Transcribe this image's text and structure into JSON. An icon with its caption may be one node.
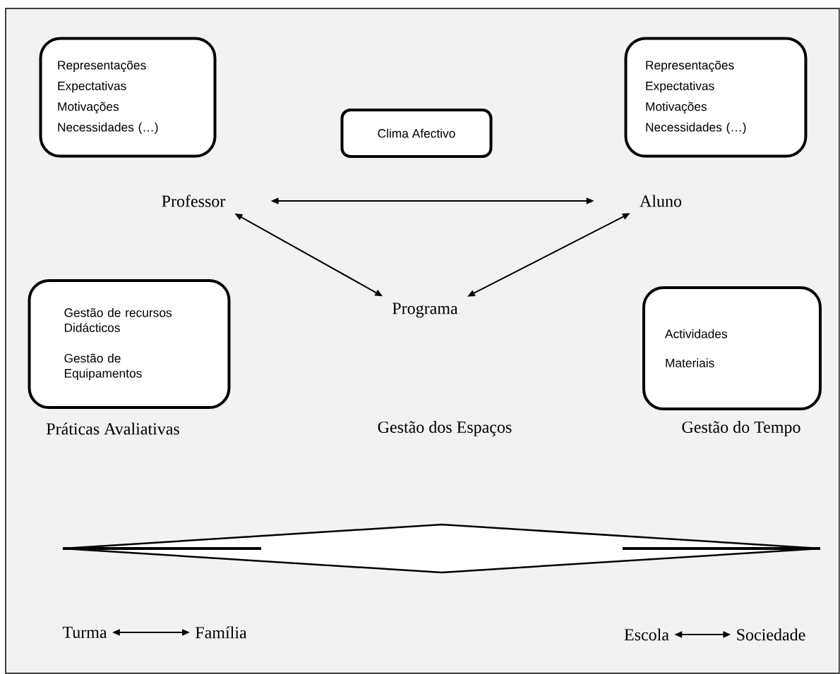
{
  "diagram": {
    "nodes": [
      {
        "text": [
          "Representações",
          "Expectativas",
          "Motivações",
          "Necessidades (…)"
        ]
      },
      {
        "text": [
          "Clima Afectivo"
        ]
      },
      {
        "text": [
          "Representações",
          "Expectativas",
          "Motivações",
          "Necessidades (…)"
        ]
      },
      {
        "text": [
          "Professor"
        ]
      },
      {
        "text": [
          "Aluno"
        ]
      },
      {
        "text": [
          "Programa"
        ]
      },
      {
        "text": [
          "Gestão de recursos Didácticos",
          "Gestão de Equipamentos"
        ]
      },
      {
        "text": [
          "Actividades",
          "Materiais"
        ]
      },
      {
        "text": [],
        "shape": "diamond"
      },
      {
        "text": [
          "Turma"
        ]
      },
      {
        "text": [
          "Família"
        ]
      },
      {
        "text": [
          "Escola"
        ]
      },
      {
        "text": [
          "Sociedade"
        ]
      }
    ],
    "edges": [
      {
        "from": 3,
        "to": 4,
        "arrow": "both"
      },
      {
        "from": 3,
        "to": 5,
        "arrow": "both"
      },
      {
        "from": 4,
        "to": 5,
        "arrow": "both"
      },
      {
        "from": 9,
        "to": 10,
        "arrow": "both"
      },
      {
        "from": 11,
        "to": 12,
        "arrow": "both"
      }
    ],
    "labels": [
      "Práticas Avaliativas",
      "Gestão dos Espaços",
      "Gestão do Tempo"
    ]
  }
}
